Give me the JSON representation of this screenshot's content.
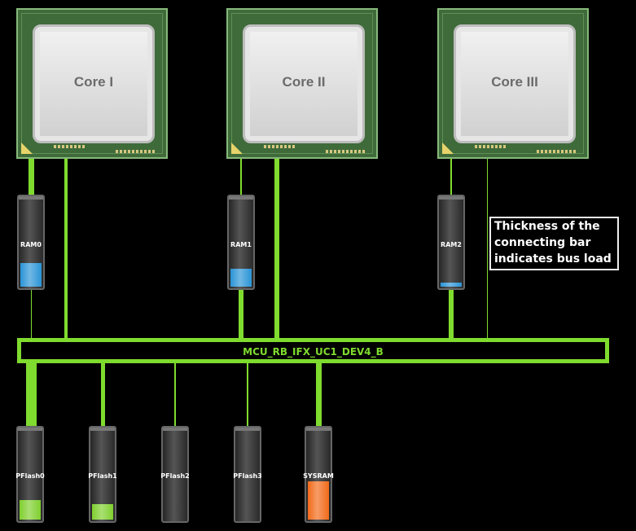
{
  "cores": [
    {
      "label": "Core I"
    },
    {
      "label": "Core II"
    },
    {
      "label": "Core III"
    }
  ],
  "ram": [
    {
      "label": "RAM0",
      "load": 0.27,
      "color": "#2a94d6"
    },
    {
      "label": "RAM1",
      "load": 0.2,
      "color": "#2a94d6"
    },
    {
      "label": "RAM2",
      "load": 0.05,
      "color": "#2a94d6"
    }
  ],
  "bus": {
    "name": "MCU_RB_IFX_UC1_DEV4_B"
  },
  "flash": [
    {
      "label": "PFlash0",
      "load": 0.22,
      "color": "#7fcf2e"
    },
    {
      "label": "PFlash1",
      "load": 0.17,
      "color": "#7fcf2e"
    },
    {
      "label": "PFlash2",
      "load": 0.0,
      "color": "#7fcf2e"
    },
    {
      "label": "PFlash3",
      "load": 0.0,
      "color": "#7fcf2e"
    },
    {
      "label": "SYSRAM",
      "load": 0.42,
      "color": "#f26a1a"
    }
  ],
  "note": {
    "text": "Thickness of the connecting bar indicates bus load"
  }
}
